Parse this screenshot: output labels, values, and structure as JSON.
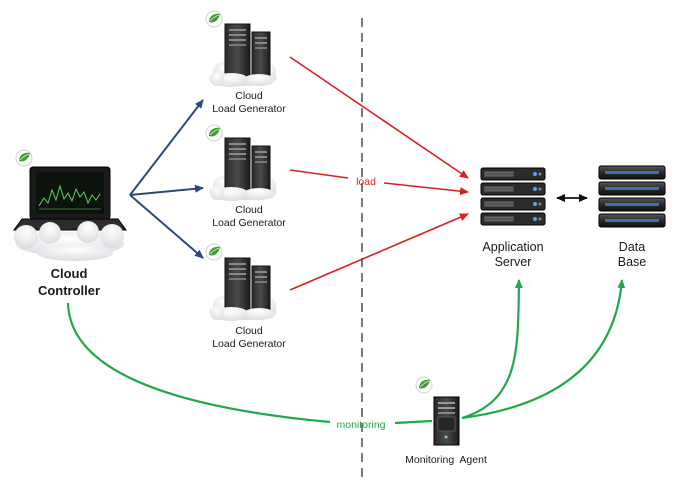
{
  "controller": {
    "line1": "Cloud",
    "line2": "Controller"
  },
  "generators": [
    {
      "line1": "Cloud",
      "line2": "Load Generator"
    },
    {
      "line1": "Cloud",
      "line2": "Load Generator"
    },
    {
      "line1": "Cloud",
      "line2": "Load Generator"
    }
  ],
  "app_server": {
    "line1": "Application",
    "line2": "Server"
  },
  "database": {
    "line1": "Data",
    "line2": "Base"
  },
  "agent": {
    "label": "Monitoring  Agent"
  },
  "edges": {
    "load_label": "load",
    "monitoring_label": "monitoring"
  },
  "colors": {
    "load": "#d92020",
    "monitoring": "#20a84a",
    "control": "#2c4a78",
    "badge": "#3d9b2f"
  },
  "icons": {
    "badge": "green-leaf-badge-icon",
    "controller": "laptop-with-chart-icon",
    "generator": "server-tower-on-cloud-icon",
    "app_server": "rack-server-icon",
    "database": "database-stack-icon",
    "agent": "server-tower-icon"
  }
}
